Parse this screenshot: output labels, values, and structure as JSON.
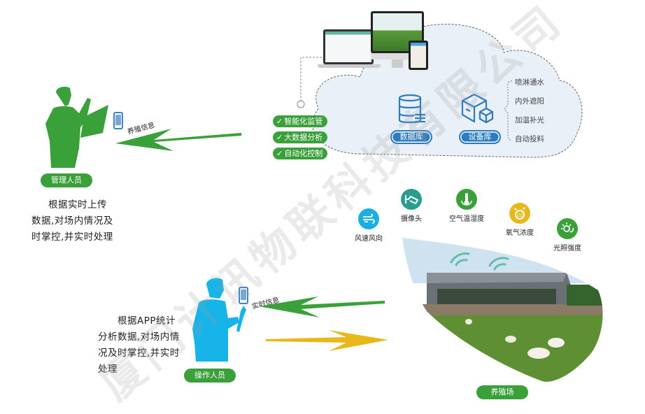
{
  "manager": {
    "label": "管理人员",
    "message_label": "养殖信息",
    "description_lines": [
      "根据实时上传",
      "数据,对场内情况及",
      "时掌控,并实时处理"
    ]
  },
  "operator": {
    "label": "操作人员",
    "message_label": "实时信息",
    "description_lines": [
      "根据APP统计",
      "分析数据,对场内情",
      "况及时掌控,并实时",
      "处理"
    ]
  },
  "features": [
    {
      "icon": "check-icon",
      "label": "智能化监管"
    },
    {
      "icon": "check-icon",
      "label": "大数据分析"
    },
    {
      "icon": "check-icon",
      "label": "自动化控制"
    }
  ],
  "cloud": {
    "databases": [
      {
        "icon": "database-icon",
        "label": "数据库"
      },
      {
        "icon": "device-box-icon",
        "label": "设备库"
      }
    ],
    "device_functions": [
      "喷淋通水",
      "内外遮阳",
      "加温补光",
      "自动投料"
    ]
  },
  "sensors": [
    {
      "icon": "wind-icon",
      "label": "风速风向",
      "color": "#1aaee5"
    },
    {
      "icon": "camera-icon",
      "label": "摄像头",
      "color": "#2a9d8f"
    },
    {
      "icon": "thermometer-icon",
      "label": "空气温湿度",
      "color": "#3aa03a"
    },
    {
      "icon": "oxygen-icon",
      "label": "氧气浓度",
      "color": "#e8b71a"
    },
    {
      "icon": "sun-icon",
      "label": "光照强度",
      "color": "#3aa03a"
    }
  ],
  "farm": {
    "label": "养殖场"
  },
  "watermark": "厦门计讯物联科技有限公司",
  "colors": {
    "green": "#3aa03a",
    "blue_person": "#17b4ea",
    "cloud_fill": "#eaf0f8",
    "db_blue": "#2d7cc0",
    "arrow_yellow": "#e8b71a"
  }
}
